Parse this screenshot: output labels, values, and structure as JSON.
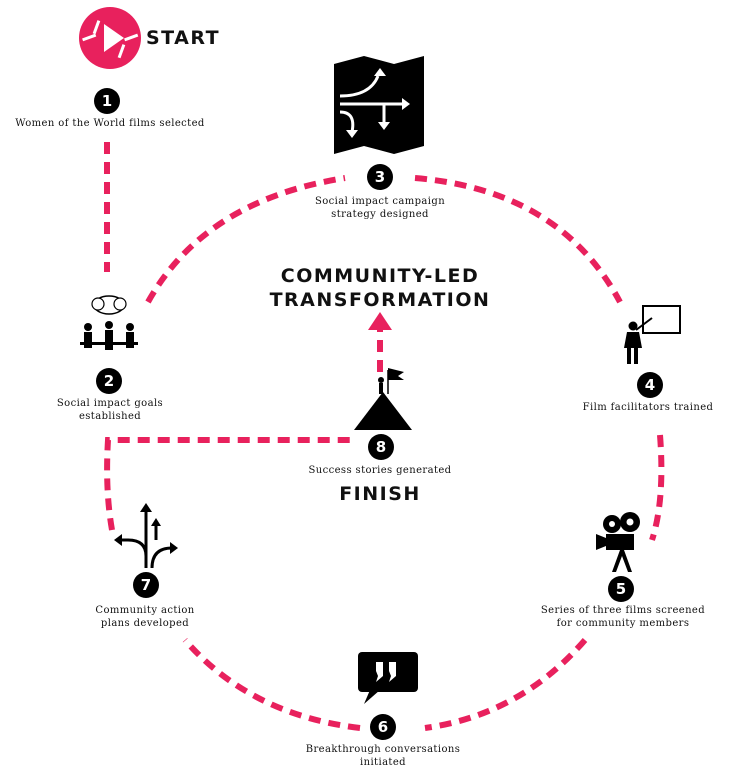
{
  "colors": {
    "path": "#e8215d",
    "icon": "#000000",
    "start_logo": "#e8215d"
  },
  "start": {
    "label": "START",
    "icon": "play-aperture-icon"
  },
  "finish": {
    "label": "FINISH"
  },
  "goal": {
    "line1": "COMMUNITY-LED",
    "line2": "TRANSFORMATION"
  },
  "steps": [
    {
      "number": "1",
      "label": "Women of the World films selected",
      "icon": ""
    },
    {
      "number": "2",
      "label_lines": [
        "Social impact goals",
        "established"
      ],
      "icon": "team-meeting-icon"
    },
    {
      "number": "3",
      "label_lines": [
        "Social impact campaign",
        "strategy designed"
      ],
      "icon": "strategy-map-icon"
    },
    {
      "number": "4",
      "label": "Film facilitators trained",
      "icon": "teacher-board-icon"
    },
    {
      "number": "5",
      "label_lines": [
        "Series of three films screened",
        "for community members"
      ],
      "icon": "film-camera-icon"
    },
    {
      "number": "6",
      "label_lines": [
        "Breakthrough conversations",
        "initiated"
      ],
      "icon": "quote-bubble-icon"
    },
    {
      "number": "7",
      "label_lines": [
        "Community action",
        "plans developed"
      ],
      "icon": "branching-arrows-icon"
    },
    {
      "number": "8",
      "label": "Success stories generated",
      "icon": "mountain-flag-icon"
    }
  ]
}
